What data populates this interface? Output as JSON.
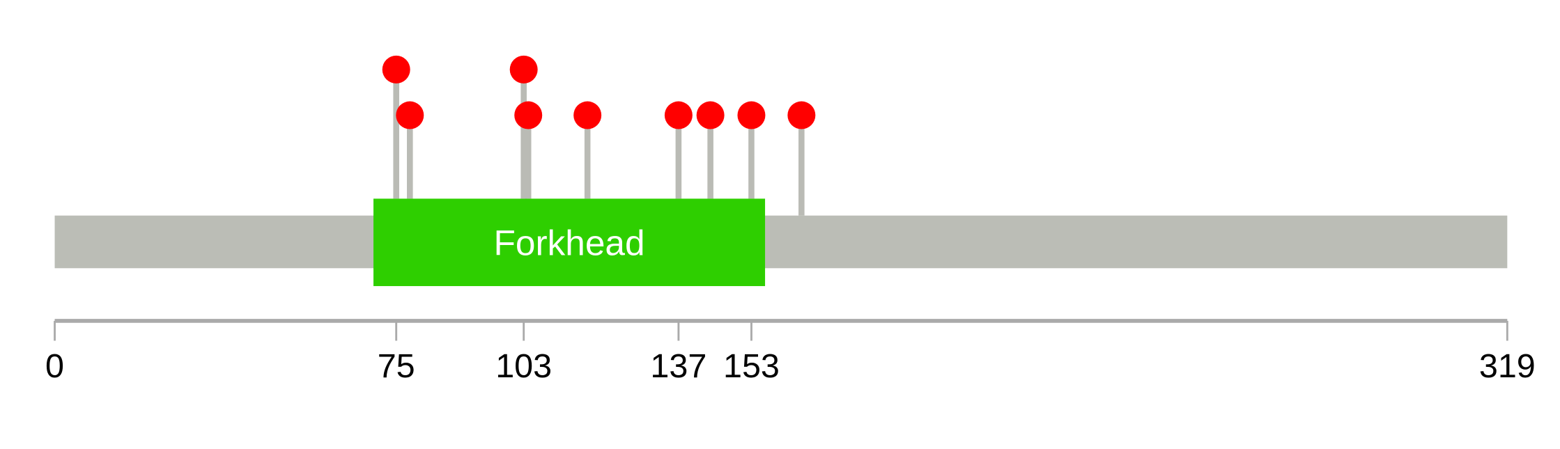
{
  "chart_data": {
    "type": "lollipop",
    "protein_length": 319,
    "x_range": [
      0,
      319
    ],
    "domains": [
      {
        "name": "Forkhead",
        "start": 70,
        "end": 156,
        "color": "#2ecf00"
      }
    ],
    "mutations": [
      {
        "position": 75,
        "level": 2
      },
      {
        "position": 78,
        "level": 1
      },
      {
        "position": 103,
        "level": 2
      },
      {
        "position": 104,
        "level": 1
      },
      {
        "position": 117,
        "level": 1
      },
      {
        "position": 137,
        "level": 1
      },
      {
        "position": 144,
        "level": 1
      },
      {
        "position": 153,
        "level": 1
      },
      {
        "position": 164,
        "level": 1
      }
    ],
    "tick_labels": [
      "0",
      "75",
      "103",
      "137",
      "153",
      "319"
    ],
    "tick_values": [
      0,
      75,
      103,
      137,
      153,
      319
    ],
    "colors": {
      "backbone": "#bbbdb6",
      "stem": "#babbb5",
      "dot": "#ff0000",
      "axis": "#aaaaaa",
      "domain_text": "#ffffff"
    }
  }
}
